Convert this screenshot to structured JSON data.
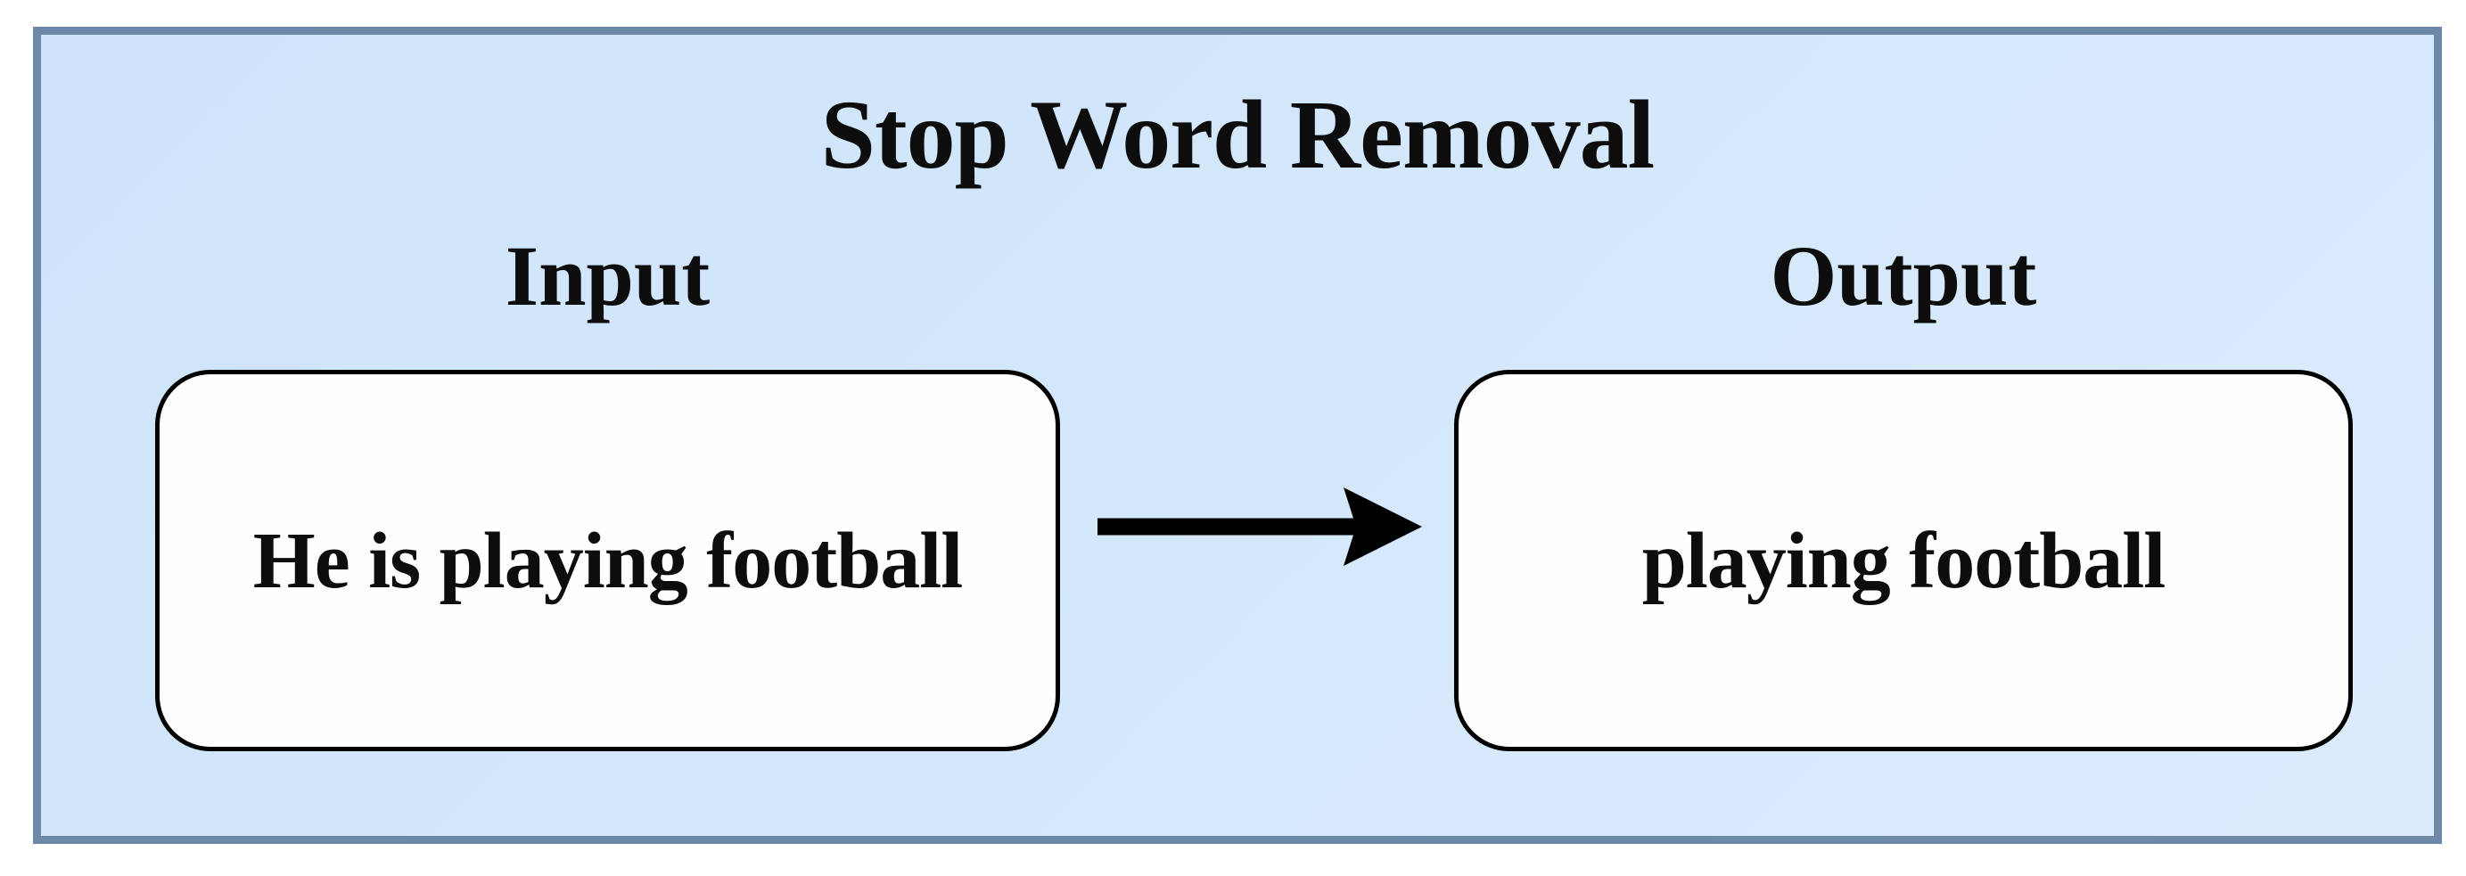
{
  "diagram": {
    "title": "Stop Word Removal",
    "input": {
      "label": "Input",
      "text": "He is playing football"
    },
    "output": {
      "label": "Output",
      "text": "playing football"
    },
    "arrow_icon": "right-arrow",
    "colors": {
      "panel_border": "#6e88a7",
      "panel_bg_top": "#cde4fa",
      "panel_bg_bottom": "#dcebfc",
      "box_bg": "#fefefe",
      "box_border": "#000000",
      "text_color": "#0d0d0d",
      "arrow_color": "#000000",
      "page_bg": "#ffffff"
    }
  }
}
